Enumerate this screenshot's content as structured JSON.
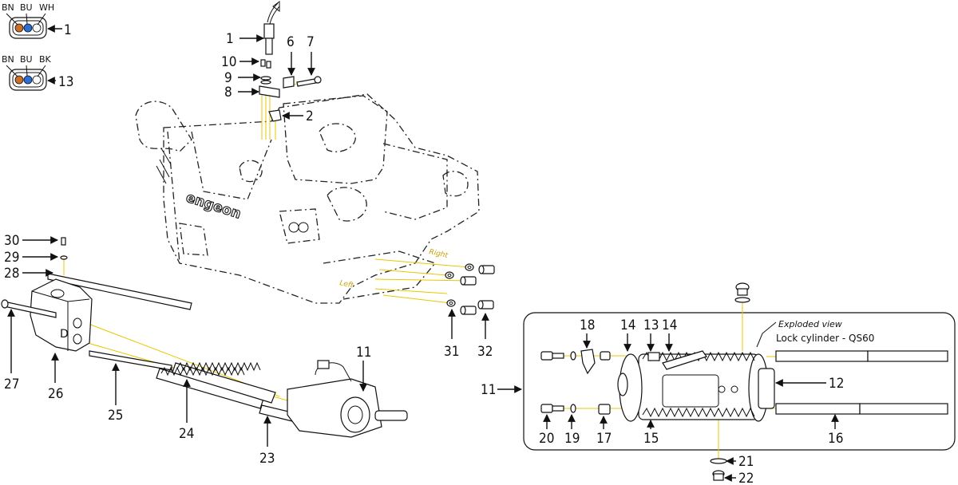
{
  "connectors": [
    {
      "wires": [
        "BN",
        "BU",
        "WH"
      ],
      "callout": "1"
    },
    {
      "wires": [
        "BN",
        "BU",
        "BK"
      ],
      "callout": "13"
    }
  ],
  "wire_colors": {
    "BN": "#c8702a",
    "BU": "#2a6fd6",
    "WH": "#ffffff",
    "BK": "#111111"
  },
  "accent_color": "#e8c800",
  "logo_text": "engeon",
  "side_labels": {
    "right": "Right",
    "left": "Left"
  },
  "callouts": {
    "c1": "1",
    "c2": "2",
    "c6": "6",
    "c7": "7",
    "c8": "8",
    "c9": "9",
    "c10": "10",
    "c11": "11",
    "c23": "23",
    "c24": "24",
    "c25": "25",
    "c26": "26",
    "c27": "27",
    "c28": "28",
    "c29": "29",
    "c30": "30",
    "c31": "31",
    "c32": "32"
  },
  "exploded_view": {
    "caption": "Exploded view",
    "title": "Lock cylinder - QS60",
    "ref_callout": "11",
    "callouts": {
      "c12": "12",
      "c13": "13",
      "c14a": "14",
      "c14b": "14",
      "c15": "15",
      "c16": "16",
      "c17": "17",
      "c18": "18",
      "c19": "19",
      "c20": "20",
      "c21": "21",
      "c22": "22"
    }
  }
}
